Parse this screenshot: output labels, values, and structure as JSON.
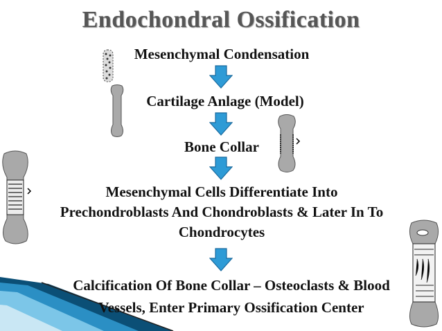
{
  "title": "Endochondral Ossification",
  "steps": [
    "Mesenchymal Condensation",
    "Cartilage Anlage (Model)",
    "Bone Collar",
    "Mesenchymal Cells Differentiate Into",
    "Prechondroblasts And Chondroblasts & Later In To",
    "Chondrocytes",
    "Calcification Of Bone Collar – Osteoclasts & Blood",
    "Vessels, Enter Primary Ossification Center"
  ],
  "colors": {
    "title": "#565656",
    "arrow_fill": "#2e9bd6",
    "arrow_stroke": "#1a6a9e",
    "bone_fill": "#a9a9a9",
    "band_dark": "#0b4f76",
    "band_light": "#5fb8e0"
  }
}
